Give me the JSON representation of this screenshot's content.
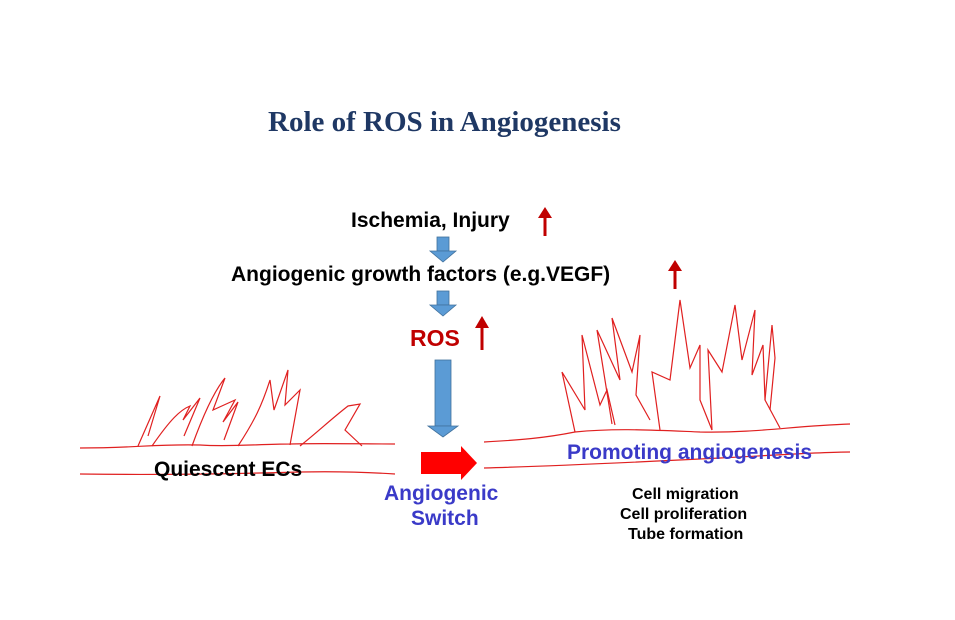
{
  "title": "Role of ROS in Angiogenesis",
  "steps": {
    "ischemia": "Ischemia, Injury",
    "growth_factors": "Angiogenic growth factors (e.g.VEGF)",
    "ros": "ROS"
  },
  "left_panel": {
    "label": "Quiescent ECs"
  },
  "switch": {
    "line1": "Angiogenic",
    "line2": "Switch"
  },
  "right_panel": {
    "heading": "Promoting angiogenesis",
    "items": [
      "Cell migration",
      "Cell proliferation",
      "Tube formation"
    ]
  },
  "colors": {
    "title": "#1f3864",
    "vessel": "#e02020",
    "up_arrow": "#c00000",
    "flow_arrow": "#5b9bd5",
    "switch_arrow": "#ff0000",
    "accent_text": "#3a3ac8"
  }
}
